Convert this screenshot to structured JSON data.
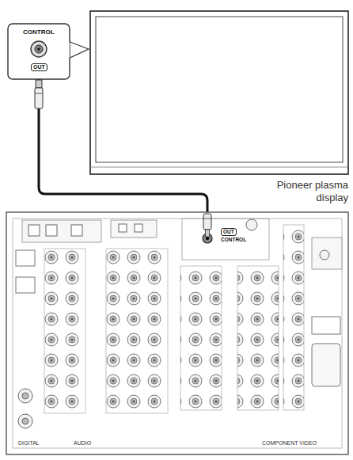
{
  "diagram": {
    "nodes": [
      {
        "text": [
          "Pioneer plasma display"
        ]
      },
      {
        "text": [
          "CONTROL",
          "OUT"
        ]
      },
      {
        "text": [
          "OUT",
          "CONTROL"
        ]
      }
    ],
    "edges": [
      {
        "from": 1,
        "to": 2,
        "arrow": "none"
      }
    ],
    "labels": [
      "DIGITAL",
      "AUDIO",
      "COMPONENT VIDEO"
    ]
  }
}
